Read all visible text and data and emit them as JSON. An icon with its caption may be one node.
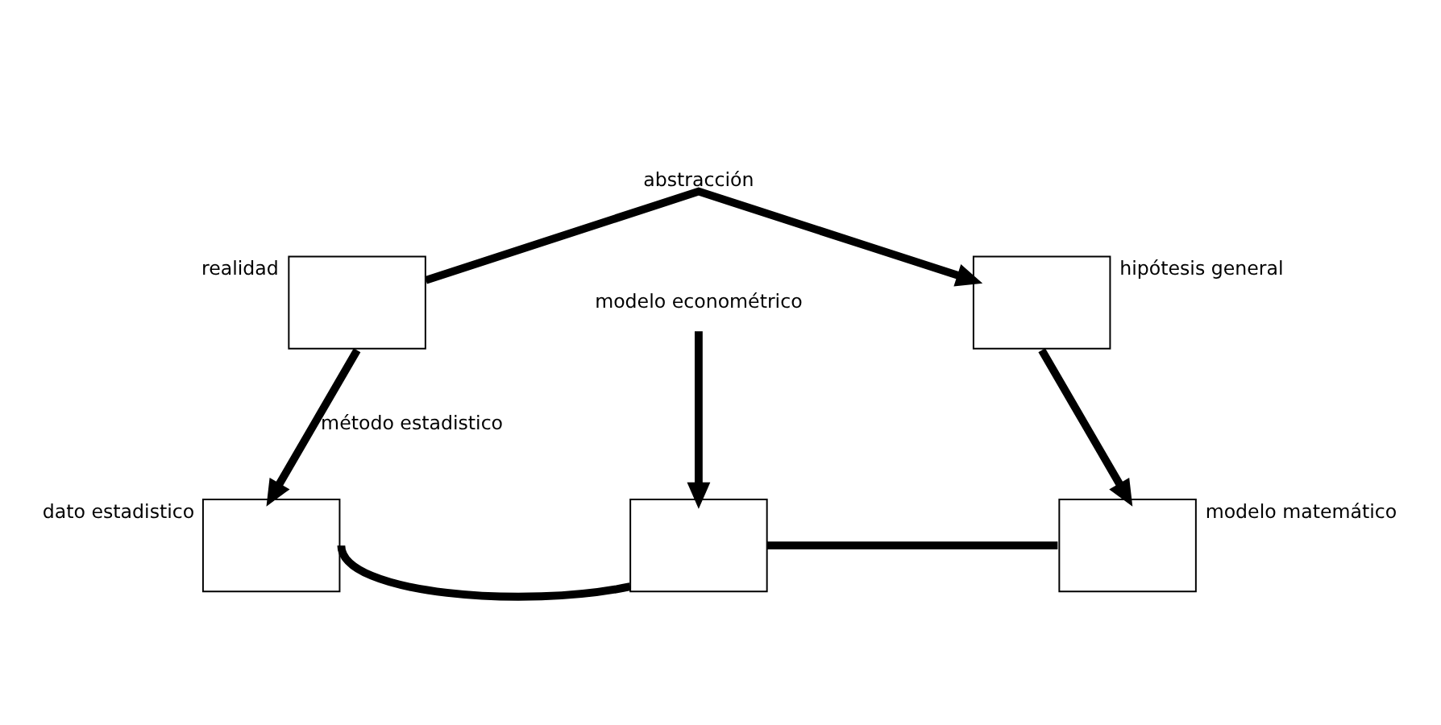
{
  "diagram": {
    "nodes": [
      {
        "text": [
          "realidad"
        ]
      },
      {
        "text": [
          "hipótesis general"
        ]
      },
      {
        "text": [
          "dato estadistico"
        ]
      },
      {
        "text": [],
        "shape": "box"
      },
      {
        "text": [
          "modelo matemático"
        ]
      },
      {
        "text": [
          "modelo econométrico"
        ]
      }
    ],
    "edges": [
      {
        "from": 0,
        "to": 1,
        "arrow": "to",
        "label": "abstracción"
      },
      {
        "from": 0,
        "to": 2,
        "arrow": "to",
        "label": "método estadistico"
      },
      {
        "from": 1,
        "to": 4,
        "arrow": "to"
      },
      {
        "from": 5,
        "to": 3,
        "arrow": "to"
      },
      {
        "from": 2,
        "to": 3,
        "arrow": "none"
      },
      {
        "from": 3,
        "to": 4,
        "arrow": "none"
      }
    ]
  }
}
